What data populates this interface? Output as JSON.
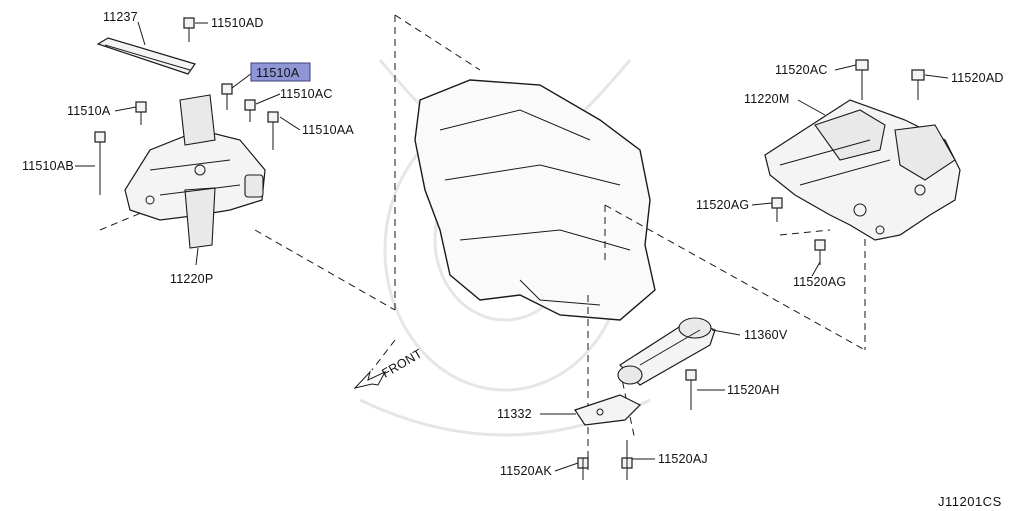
{
  "diagram_id": "J11201CS",
  "front_label": "FRONT",
  "highlight_color": "#8f96d8",
  "labels": {
    "p11237": "11237",
    "p11510AD": "11510AD",
    "p11510A_hl": "11510A",
    "p11510A": "11510A",
    "p11510AC": "11510AC",
    "p11510AA": "11510AA",
    "p11510AB": "11510AB",
    "p11220P": "11220P",
    "p11520AC": "11520AC",
    "p11520AD": "11520AD",
    "p11220M": "11220M",
    "p11520AG_a": "11520AG",
    "p11520AG_b": "11520AG",
    "p11360V": "11360V",
    "p11520AH": "11520AH",
    "p11332": "11332",
    "p11520AK": "11520AK",
    "p11520AJ": "11520AJ"
  }
}
